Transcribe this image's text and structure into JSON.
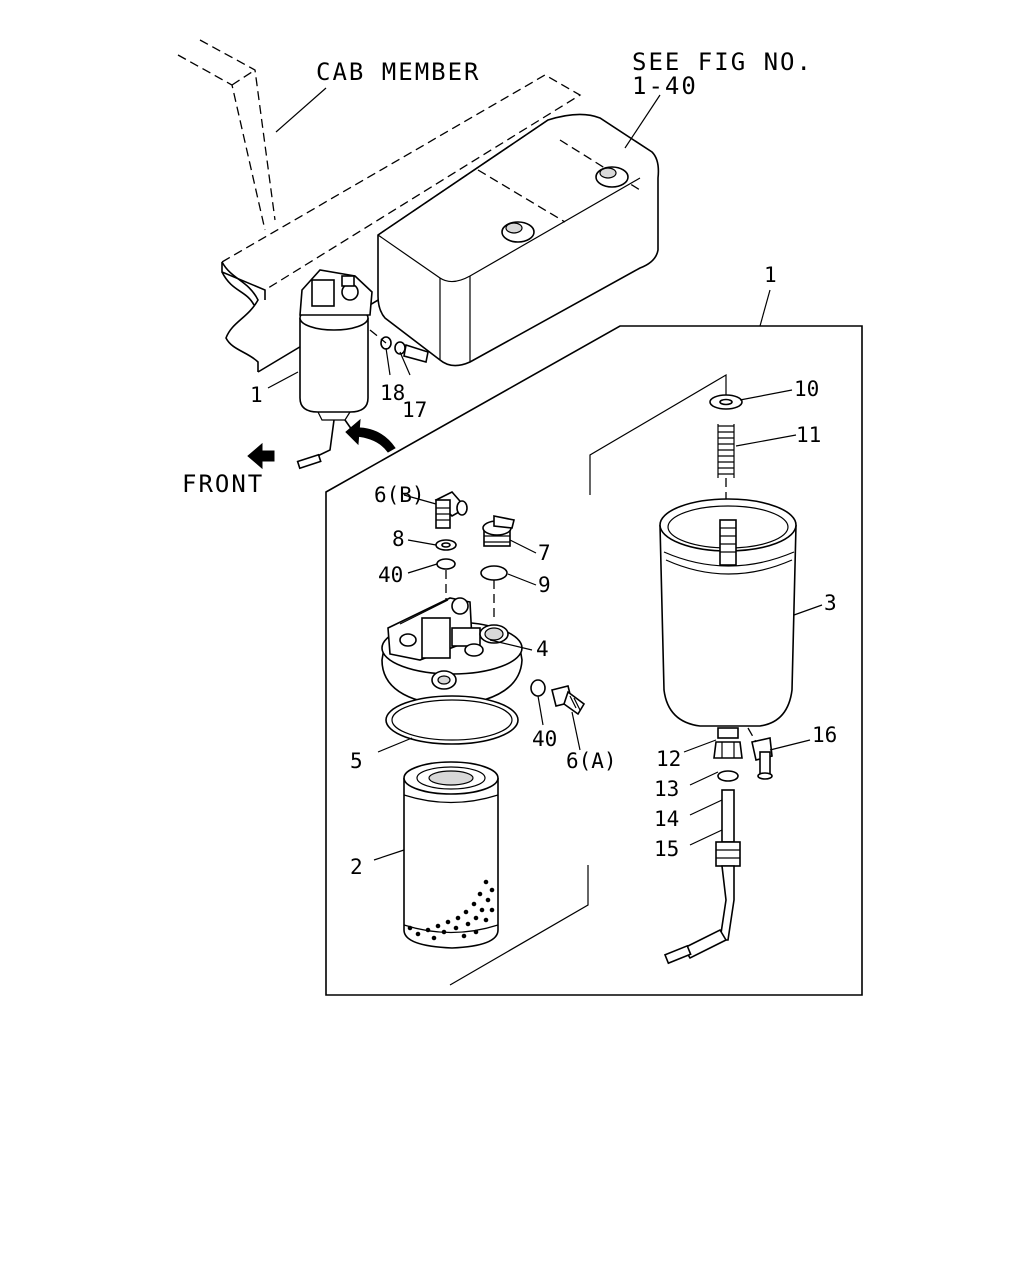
{
  "diagram": {
    "labels": {
      "cab_member": "CAB MEMBER",
      "see_fig_line1": "SEE FIG NO.",
      "see_fig_line2": "1-40",
      "front": "FRONT",
      "p1_top": "1",
      "p1_left": "1",
      "p18": "18",
      "p17": "17",
      "p10": "10",
      "p11": "11",
      "p3": "3",
      "p6b": "6(B)",
      "p8": "8",
      "p7": "7",
      "p40_upper": "40",
      "p9": "9",
      "p4": "4",
      "p40_lower": "40",
      "p6a": "6(A)",
      "p5": "5",
      "p12": "12",
      "p16": "16",
      "p13": "13",
      "p14": "14",
      "p15": "15",
      "p2": "2"
    }
  }
}
